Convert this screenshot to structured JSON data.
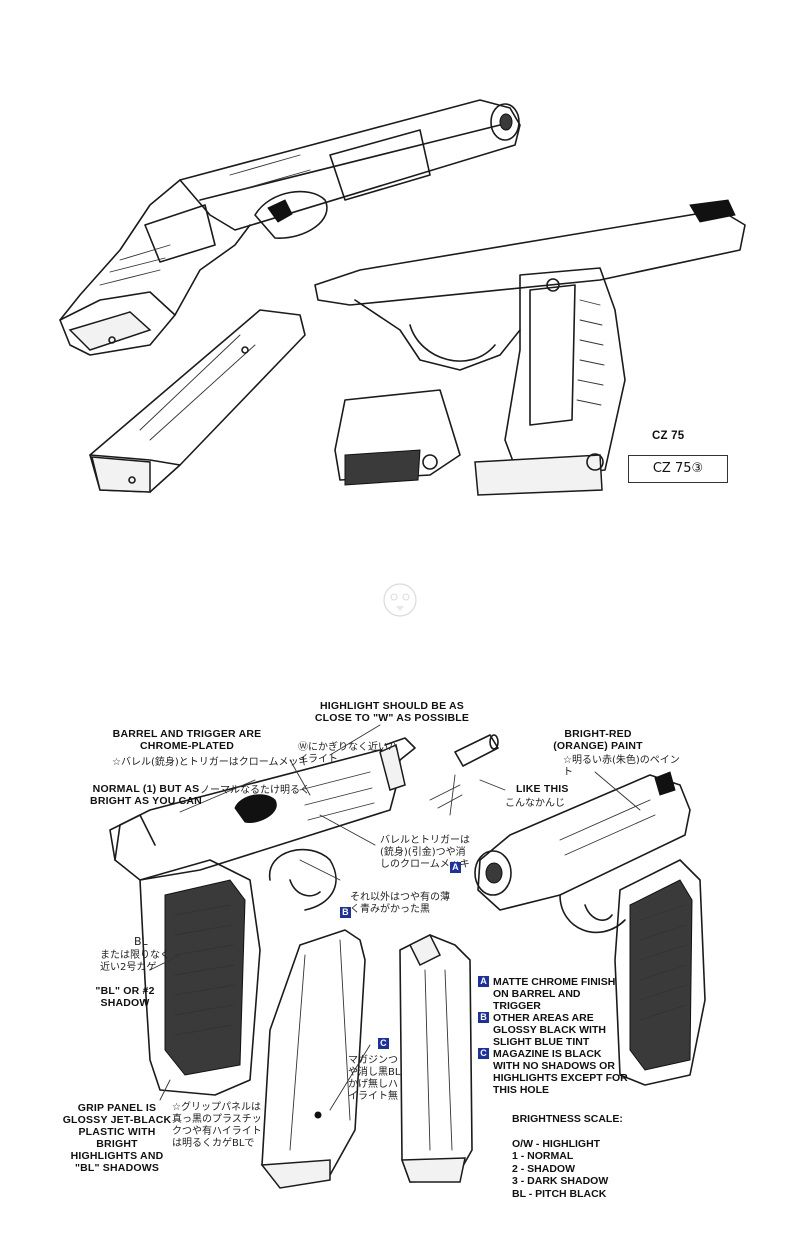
{
  "header": {
    "title": "CZ 75",
    "stamp": "CZ 75③"
  },
  "annotations": {
    "barrel_trigger": "BARREL AND TRIGGER ARE CHROME-PLATED",
    "barrel_trigger_jp": "☆バレル(銃身)とトリガーはクロームメッキ",
    "highlight": "HIGHLIGHT SHOULD BE AS CLOSE TO \"W\" AS POSSIBLE",
    "highlight_jp": "Ⓦにかぎりなく近いハイライト",
    "normal": "NORMAL (1) BUT AS BRIGHT AS YOU CAN",
    "normal_jp": "ノーマルなるたけ明るく",
    "bright_red": "BRIGHT-RED (ORANGE) PAINT",
    "bright_red_jp": "☆明るい赤(朱色)のペイント",
    "like_this": "LIKE THIS",
    "like_this_jp": "こんなかんじ",
    "barrel_trigger_jp2": "バレルとトリガーは(銃身)(引金)つや消しのクロームメッキ",
    "other_jp": "それ以外はつや有の薄く青みがかった黒",
    "bl": "BL",
    "bl_jp": "または限りなく近い2号カゲ",
    "bl_shadow": "\"BL\" OR #2 SHADOW",
    "grip_panel": "GRIP PANEL IS GLOSSY JET-BLACK PLASTIC WITH BRIGHT HIGHLIGHTS AND \"BL\" SHADOWS",
    "grip_jp": "☆グリップパネルは真っ黒のプラスチックつや有ハイライトは明るくカゲBLで",
    "magazine_jp": "マガジンつや消し黒BLかげ無しハイライト無"
  },
  "legend": [
    {
      "tag": "A",
      "text": "MATTE CHROME FINISH ON BARREL AND TRIGGER"
    },
    {
      "tag": "B",
      "text": "OTHER AREAS ARE GLOSSY BLACK WITH SLIGHT BLUE TINT"
    },
    {
      "tag": "C",
      "text": "MAGAZINE IS BLACK WITH NO SHADOWS OR HIGHLIGHTS EXCEPT FOR THIS HOLE"
    }
  ],
  "inline_tags": {
    "a": "A",
    "b": "B",
    "c": "C"
  },
  "brightness_scale": {
    "title": "BRIGHTNESS SCALE:",
    "items": [
      "O/W - HIGHLIGHT",
      "1 - NORMAL",
      "2 - SHADOW",
      "3 - DARK SHADOW",
      "BL - PITCH BLACK"
    ]
  },
  "colors": {
    "tag_blue": "#1a2fa8",
    "ink": "#1b1b1b"
  }
}
